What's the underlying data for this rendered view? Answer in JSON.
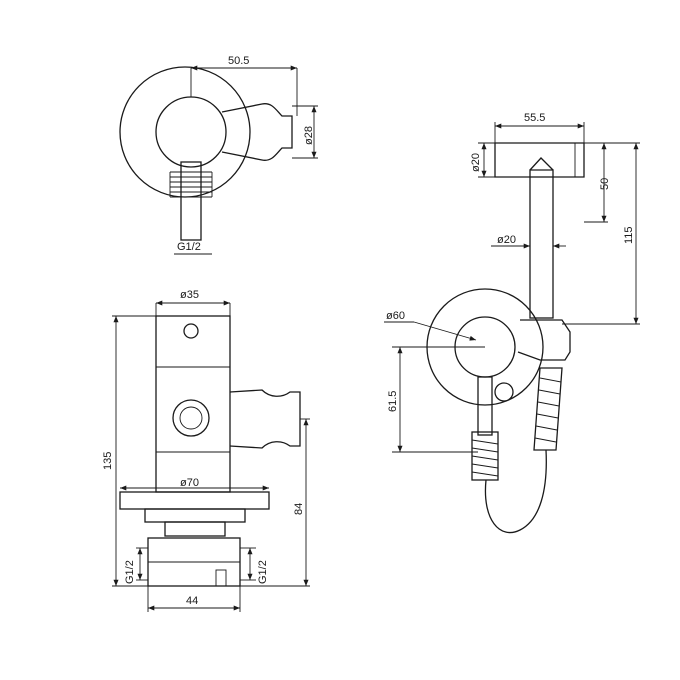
{
  "top_view": {
    "width_dim": "50.5",
    "holder_dia_dim": "ø28",
    "thread_label": "G1/2"
  },
  "front_view": {
    "body_dia_dim": "ø35",
    "height_dim": "135",
    "flange_dia_dim": "ø70",
    "outlet_height_dim": "84",
    "thread_left": "G1/2",
    "thread_right": "G1/2",
    "base_width_dim": "44"
  },
  "side_view": {
    "spray_length_dim": "55.5",
    "spray_dia_dim": "ø20",
    "spray_height_dim": "50",
    "handle_dia_dim": "ø20",
    "total_height_dim": "115",
    "rosette_dia_dim": "ø60",
    "outlet_offset_dim": "61.5"
  }
}
